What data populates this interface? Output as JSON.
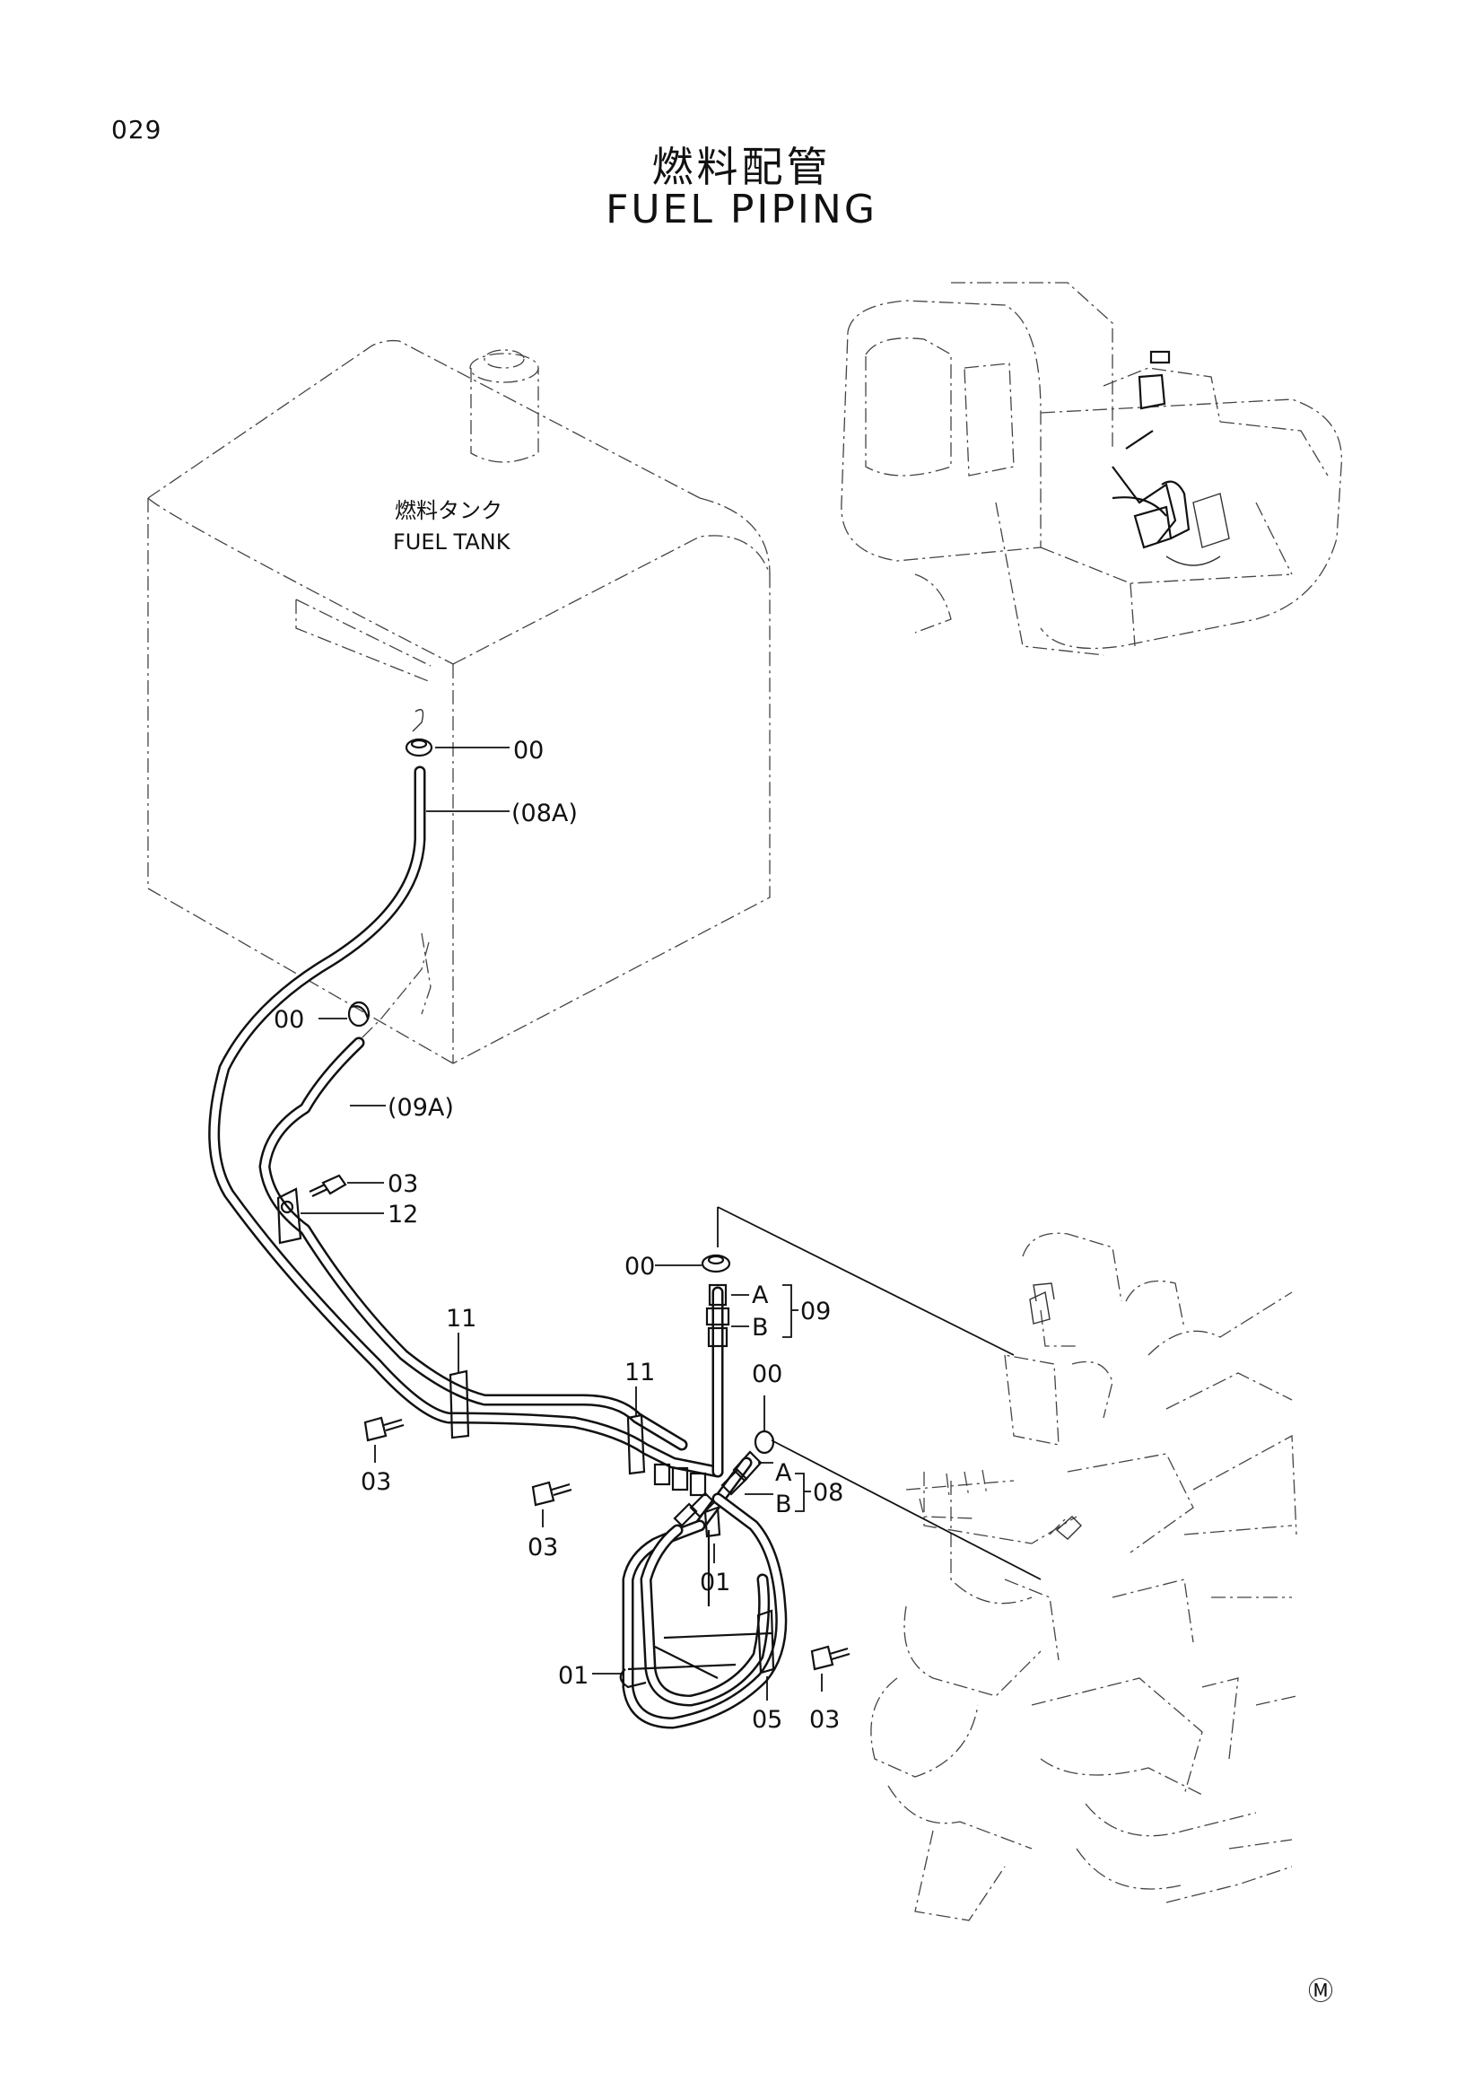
{
  "page": {
    "number": "029"
  },
  "title": {
    "jp": "燃料配管",
    "en": "FUEL PIPING"
  },
  "diagram": {
    "tank": {
      "label_jp": "燃料タンク",
      "label_en": "FUEL TANK"
    },
    "callouts": {
      "c_00_top": "00",
      "c_08A": "(08A)",
      "c_00_left": "00",
      "c_09A": "(09A)",
      "c_03_a": "03",
      "c_12": "12",
      "c_11_a": "11",
      "c_11_b": "11",
      "c_03_b": "03",
      "c_03_c": "03",
      "c_00_mid": "00",
      "c_09_A": "A",
      "c_09_B": "B",
      "c_09": "09",
      "c_00_right": "00",
      "c_08_A": "A",
      "c_08_B": "B",
      "c_08": "08",
      "c_01_a": "01",
      "c_01_b": "01",
      "c_05": "05",
      "c_03_d": "03"
    },
    "mark": "Ⓜ"
  }
}
